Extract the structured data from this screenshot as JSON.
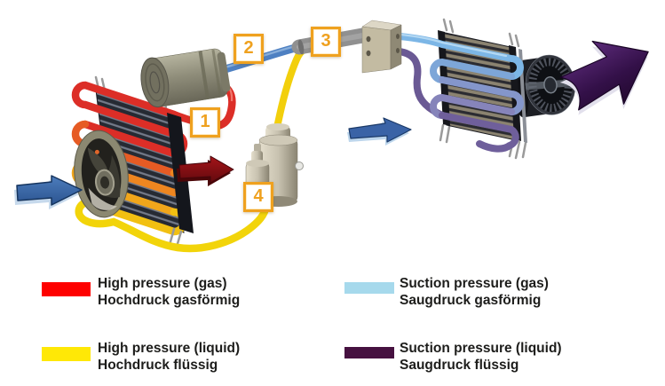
{
  "diagram": {
    "markers": [
      {
        "number": "1"
      },
      {
        "number": "2"
      },
      {
        "number": "3"
      },
      {
        "number": "4"
      }
    ]
  },
  "legend": {
    "items": [
      {
        "id": "high-pressure-gas",
        "color": "#fe0100",
        "line1": "High pressure (gas)",
        "line2": "Hochdruck gasförmig"
      },
      {
        "id": "high-pressure-liquid",
        "color": "#ffe806",
        "line1": "High pressure (liquid)",
        "line2": "Hochdruck flüssig"
      },
      {
        "id": "suction-pressure-gas",
        "color": "#a6d9ec",
        "line1": "Suction pressure (gas)",
        "line2": "Saugdruck gasförmig"
      },
      {
        "id": "suction-pressure-liquid",
        "color": "#461140",
        "line1": "Suction pressure (liquid)",
        "line2": "Saugdruck flüssig"
      }
    ]
  },
  "colors": {
    "marker_accent": "#efa11f",
    "high_pressure_gas": "#fe0100",
    "high_pressure_liquid": "#ffe806",
    "suction_gas": "#a6d9ec",
    "suction_liquid": "#461140",
    "airflow_in_blue": "#3a67ab",
    "warm_air_out_red": "#8c1117",
    "air_out_purple": "#3b1254"
  }
}
